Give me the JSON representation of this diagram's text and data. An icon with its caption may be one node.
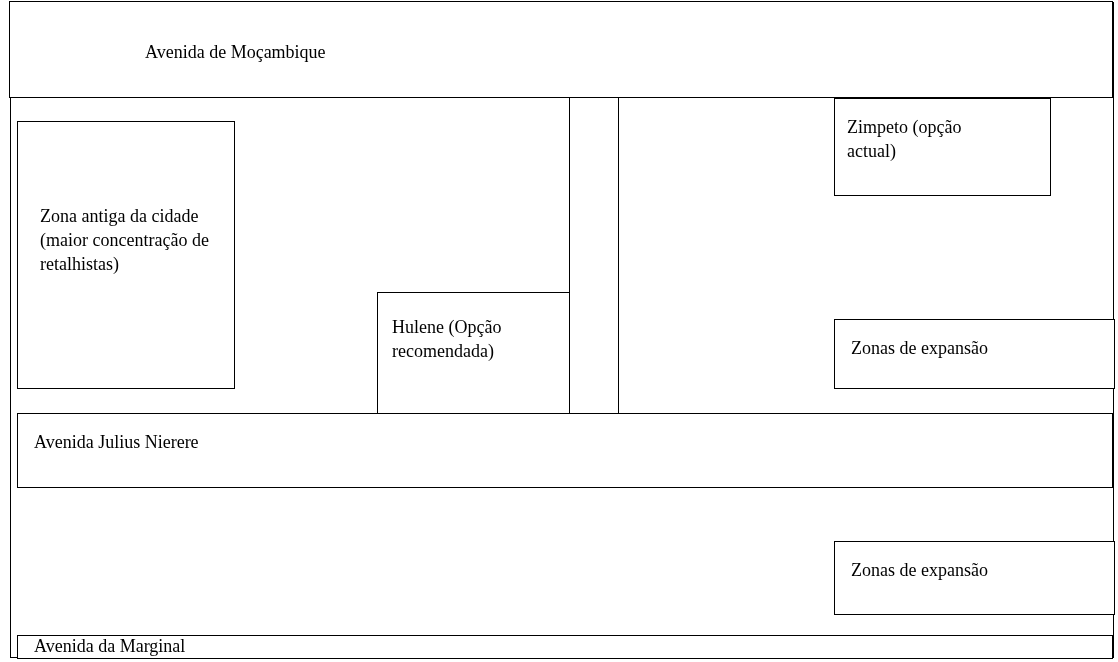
{
  "diagram": {
    "nodes": [
      {
        "text": [
          "Avenida de Moçambique"
        ]
      },
      {
        "text": [
          "Zona antiga da cidade (maior concentração de retalhistas)"
        ]
      },
      {
        "text": [
          "Hulene (Opção recomendada)"
        ]
      },
      {
        "text": [],
        "shape": "bar"
      },
      {
        "text": [
          "Zimpeto (opção actual)"
        ]
      },
      {
        "text": [
          "Zonas de expansão"
        ]
      },
      {
        "text": [
          "Avenida Julius Nierere"
        ]
      },
      {
        "text": [
          "Zonas de expansão"
        ]
      },
      {
        "text": [
          "Avenida da Marginal"
        ]
      }
    ],
    "edges": []
  }
}
